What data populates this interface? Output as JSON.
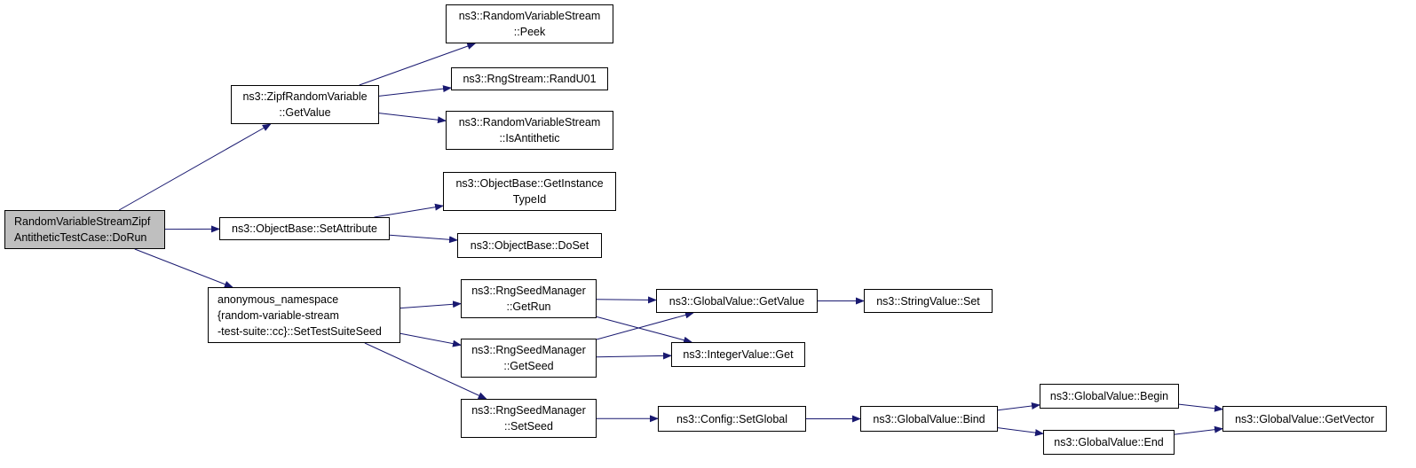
{
  "diagram": {
    "type": "call-graph",
    "edge_color": "#191970",
    "root_fill": "#bfbfbf",
    "nodes": {
      "root": {
        "lines": [
          "RandomVariableStreamZipf",
          "AntitheticTestCase::DoRun"
        ]
      },
      "zipf_getvalue": {
        "lines": [
          "ns3::ZipfRandomVariable",
          "::GetValue"
        ]
      },
      "rvs_peek": {
        "lines": [
          "ns3::RandomVariableStream",
          "::Peek"
        ]
      },
      "rngstream_randu01": {
        "lines": [
          "ns3::RngStream::RandU01"
        ]
      },
      "rvs_isantithetic": {
        "lines": [
          "ns3::RandomVariableStream",
          "::IsAntithetic"
        ]
      },
      "ob_getinstancetypeid": {
        "lines": [
          "ns3::ObjectBase::GetInstance",
          "TypeId"
        ]
      },
      "ob_setattribute": {
        "lines": [
          "ns3::ObjectBase::SetAttribute"
        ]
      },
      "ob_doset": {
        "lines": [
          "ns3::ObjectBase::DoSet"
        ]
      },
      "anon_settestsuiteseed": {
        "lines": [
          "anonymous_namespace",
          "{random-variable-stream",
          "-test-suite::cc}::SetTestSuiteSeed"
        ]
      },
      "rsm_getrun": {
        "lines": [
          "ns3::RngSeedManager",
          "::GetRun"
        ]
      },
      "rsm_getseed": {
        "lines": [
          "ns3::RngSeedManager",
          "::GetSeed"
        ]
      },
      "rsm_setseed": {
        "lines": [
          "ns3::RngSeedManager",
          "::SetSeed"
        ]
      },
      "gv_getvalue": {
        "lines": [
          "ns3::GlobalValue::GetValue"
        ]
      },
      "sv_set": {
        "lines": [
          "ns3::StringValue::Set"
        ]
      },
      "iv_get": {
        "lines": [
          "ns3::IntegerValue::Get"
        ]
      },
      "config_setglobal": {
        "lines": [
          "ns3::Config::SetGlobal"
        ]
      },
      "gv_bind": {
        "lines": [
          "ns3::GlobalValue::Bind"
        ]
      },
      "gv_begin": {
        "lines": [
          "ns3::GlobalValue::Begin"
        ]
      },
      "gv_end": {
        "lines": [
          "ns3::GlobalValue::End"
        ]
      },
      "gv_getvector": {
        "lines": [
          "ns3::GlobalValue::GetVector"
        ]
      }
    },
    "edges": [
      {
        "from": "root",
        "to": "zipf_getvalue"
      },
      {
        "from": "root",
        "to": "ob_setattribute"
      },
      {
        "from": "root",
        "to": "anon_settestsuiteseed"
      },
      {
        "from": "zipf_getvalue",
        "to": "rvs_peek"
      },
      {
        "from": "zipf_getvalue",
        "to": "rngstream_randu01"
      },
      {
        "from": "zipf_getvalue",
        "to": "rvs_isantithetic"
      },
      {
        "from": "ob_setattribute",
        "to": "ob_getinstancetypeid"
      },
      {
        "from": "ob_setattribute",
        "to": "ob_doset"
      },
      {
        "from": "anon_settestsuiteseed",
        "to": "rsm_getrun"
      },
      {
        "from": "anon_settestsuiteseed",
        "to": "rsm_getseed"
      },
      {
        "from": "anon_settestsuiteseed",
        "to": "rsm_setseed"
      },
      {
        "from": "rsm_getrun",
        "to": "gv_getvalue"
      },
      {
        "from": "rsm_getrun",
        "to": "iv_get"
      },
      {
        "from": "rsm_getseed",
        "to": "gv_getvalue"
      },
      {
        "from": "rsm_getseed",
        "to": "iv_get"
      },
      {
        "from": "rsm_setseed",
        "to": "config_setglobal"
      },
      {
        "from": "gv_getvalue",
        "to": "sv_set"
      },
      {
        "from": "config_setglobal",
        "to": "gv_bind"
      },
      {
        "from": "gv_bind",
        "to": "gv_begin"
      },
      {
        "from": "gv_bind",
        "to": "gv_end"
      },
      {
        "from": "gv_begin",
        "to": "gv_getvector"
      },
      {
        "from": "gv_end",
        "to": "gv_getvector"
      }
    ]
  }
}
